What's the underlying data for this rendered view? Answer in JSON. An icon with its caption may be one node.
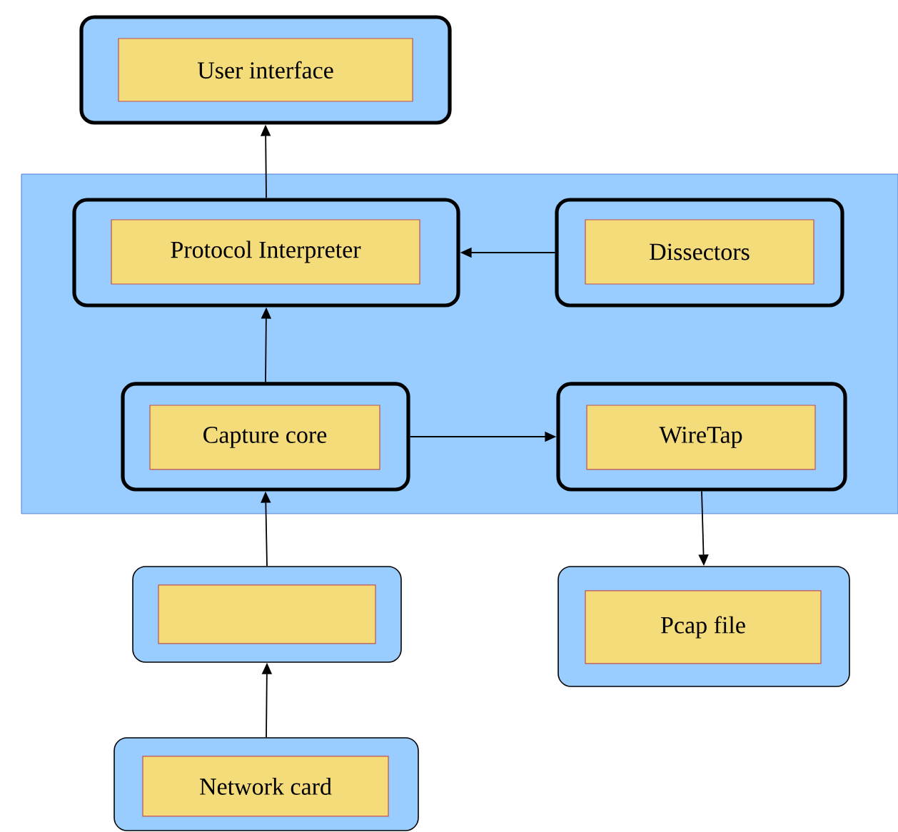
{
  "diagram": {
    "nodes": [
      {
        "text": [],
        "shape": "box"
      },
      {
        "text": [
          "User interface"
        ]
      },
      {
        "text": [
          "Protocol Interpreter"
        ],
        "in": 0
      },
      {
        "text": [
          "Dissectors"
        ],
        "in": 0
      },
      {
        "text": [
          "Capture core"
        ],
        "in": 0
      },
      {
        "text": [
          "WireTap"
        ],
        "in": 0
      },
      {
        "text": [],
        "shape": "box"
      },
      {
        "text": [
          "Pcap file"
        ]
      },
      {
        "text": [
          "Network card"
        ]
      }
    ],
    "edges": [
      {
        "from": 2,
        "to": 1,
        "arrow": "to"
      },
      {
        "from": 3,
        "to": 2,
        "arrow": "to"
      },
      {
        "from": 4,
        "to": 2,
        "arrow": "to"
      },
      {
        "from": 4,
        "to": 5,
        "arrow": "to"
      },
      {
        "from": 5,
        "to": 7,
        "arrow": "to"
      },
      {
        "from": 6,
        "to": 4,
        "arrow": "to"
      },
      {
        "from": 8,
        "to": 6,
        "arrow": "to"
      }
    ]
  }
}
